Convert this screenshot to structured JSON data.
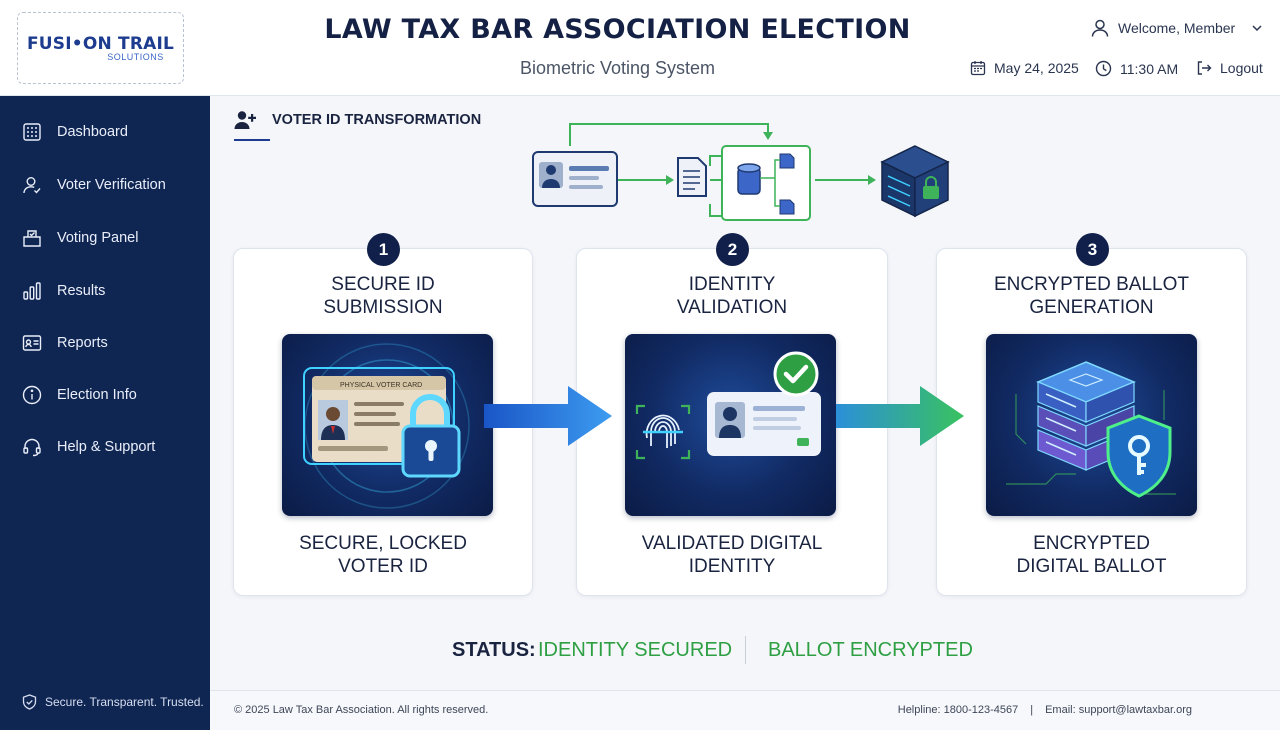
{
  "header": {
    "logo_main": "FUSI•ON TRAIL",
    "logo_sub": "SOLUTIONS",
    "title": "LAW TAX BAR ASSOCIATION ELECTION",
    "subtitle": "Biometric Voting System",
    "welcome": "Welcome, Member",
    "date": "May 24, 2025",
    "time": "11:30 AM",
    "logout": "Logout"
  },
  "sidebar": {
    "items": [
      {
        "label": "Dashboard",
        "icon": "dashboard-icon"
      },
      {
        "label": "Voter Verification",
        "icon": "user-verify-icon"
      },
      {
        "label": "Voting Panel",
        "icon": "ballot-box-icon"
      },
      {
        "label": "Results",
        "icon": "bar-chart-icon"
      },
      {
        "label": "Reports",
        "icon": "report-card-icon"
      },
      {
        "label": "Election Info",
        "icon": "info-icon"
      },
      {
        "label": "Help & Support",
        "icon": "headset-icon"
      }
    ],
    "footer": "Secure. Transparent. Trusted."
  },
  "main": {
    "section_title": "VOTER ID TRANSFORMATION",
    "steps": [
      {
        "number": "1",
        "title_1": "SECURE ID",
        "title_2": "SUBMISSION",
        "caption_1": "SECURE, LOCKED",
        "caption_2": "VOTER ID",
        "card_label": "PHYSICAL VOTER CARD"
      },
      {
        "number": "2",
        "title_1": "IDENTITY",
        "title_2": "VALIDATION",
        "caption_1": "VALIDATED DIGITAL",
        "caption_2": "IDENTITY"
      },
      {
        "number": "3",
        "title_1": "ENCRYPTED BALLOT",
        "title_2": "GENERATION",
        "caption_1": "ENCRYPTED",
        "caption_2": "DIGITAL BALLOT"
      }
    ],
    "status": {
      "label": "STATUS:",
      "identity": "IDENTITY SECURED",
      "ballot": "BALLOT ENCRYPTED"
    }
  },
  "footer": {
    "copyright": "© 2025 Law Tax Bar Association. All rights reserved.",
    "helpline": "Helpline: 1800-123-4567",
    "separator": "|",
    "email": "Email: support@lawtaxbar.org"
  },
  "colors": {
    "navy": "#0f2552",
    "accent_blue": "#1d3c8f",
    "success_green": "#2ea043",
    "tile_glow": "#3fd1ff"
  }
}
